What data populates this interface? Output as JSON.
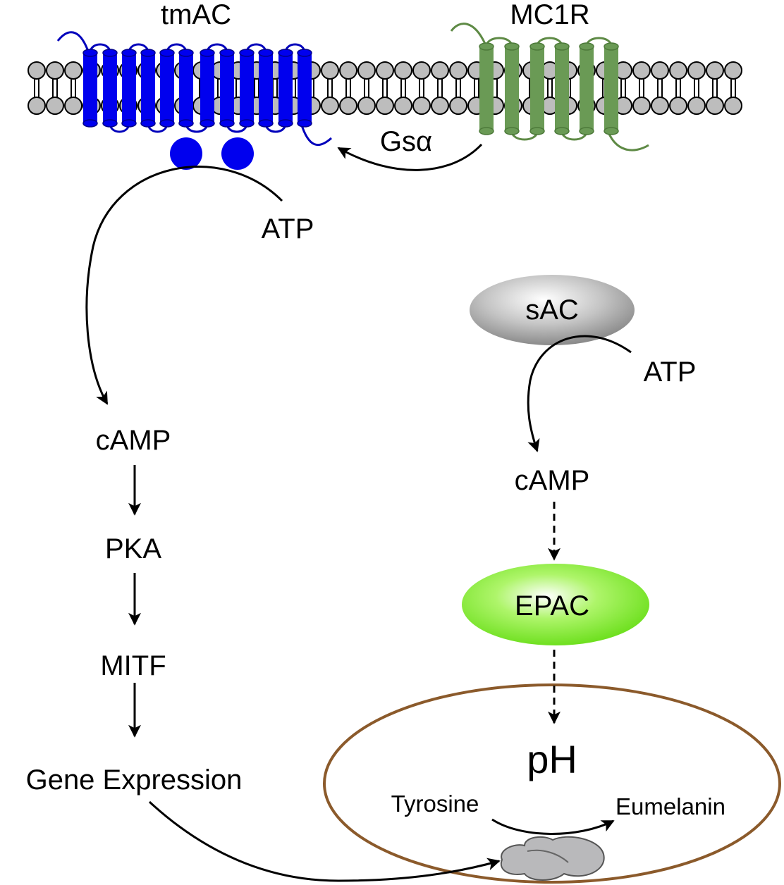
{
  "receptors": {
    "tmac": "tmAC",
    "mc1r": "MC1R"
  },
  "signals": {
    "gsa": "Gsα",
    "atp_left": "ATP",
    "camp_left": "cAMP",
    "pka": "PKA",
    "mitf": "MITF",
    "gene_expression": "Gene Expression",
    "sac": "sAC",
    "atp_right": "ATP",
    "camp_right": "cAMP",
    "epac": "EPAC"
  },
  "melanosome": {
    "ph": "pH",
    "tyrosine": "Tyrosine",
    "eumelanin": "Eumelanin"
  },
  "colors": {
    "tmac": "#0000ee",
    "mc1r": "#6a9a55",
    "epac": "#7fe830",
    "sac": "#a9a9a9",
    "melanosome_border": "#8b5a2b",
    "lipid_head": "#bdbdbd"
  }
}
